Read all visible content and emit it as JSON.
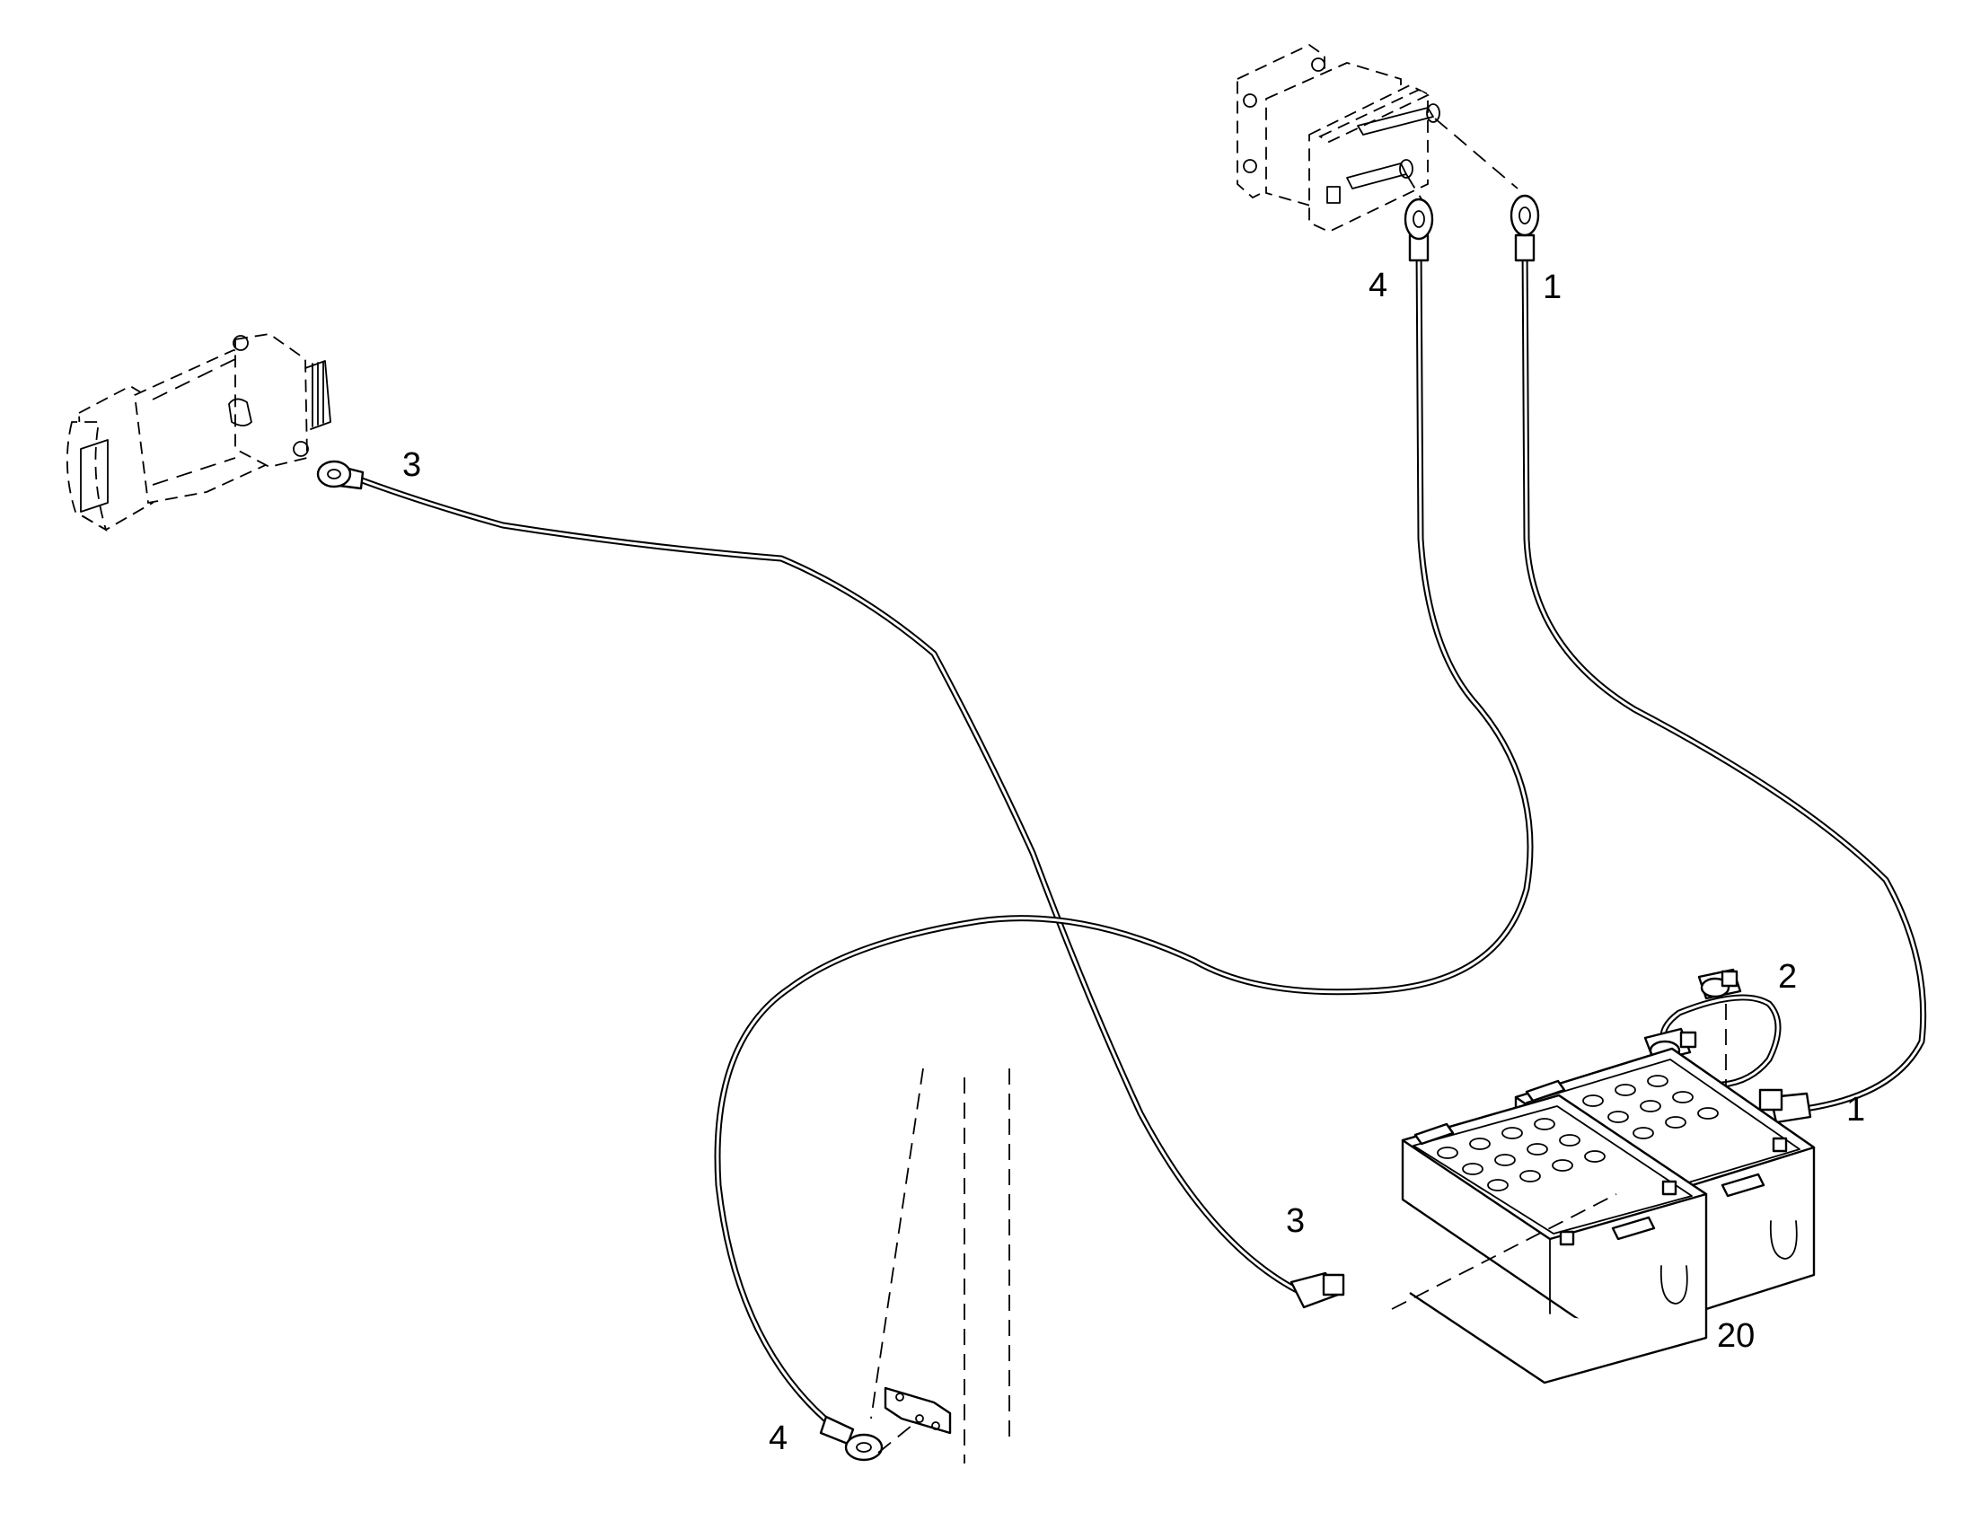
{
  "callouts": {
    "cable_1_top": "1",
    "cable_4_top": "4",
    "cable_3_left": "3",
    "cable_2_jumper": "2",
    "cable_1_battery": "1",
    "cable_3_battery": "3",
    "batteries": "20",
    "cable_4_ground": "4"
  }
}
